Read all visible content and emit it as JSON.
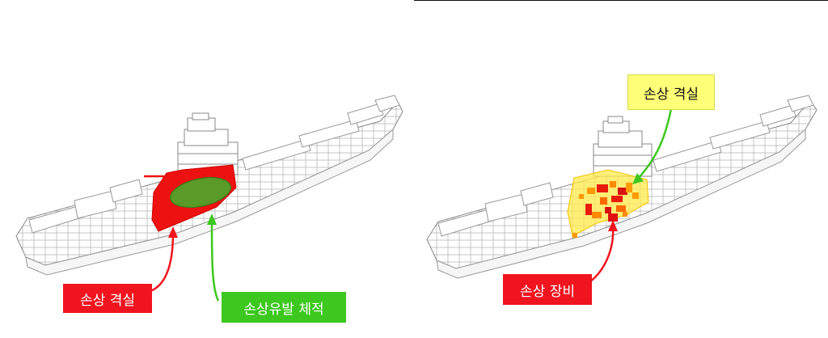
{
  "left_panel": {
    "label_damaged_compartment": "손상 격실",
    "label_damage_volume": "손상유발 체적"
  },
  "right_panel": {
    "label_damaged_compartment": "손상 격실",
    "label_damaged_equipment": "손상 장비"
  },
  "colors": {
    "red": "#f0141e",
    "green": "#3cc81e",
    "yellow": "#ffff78",
    "damage_fill": "#ee1111",
    "volume_fill": "#5a9a28",
    "equipment_orange": "#ff9a00"
  }
}
